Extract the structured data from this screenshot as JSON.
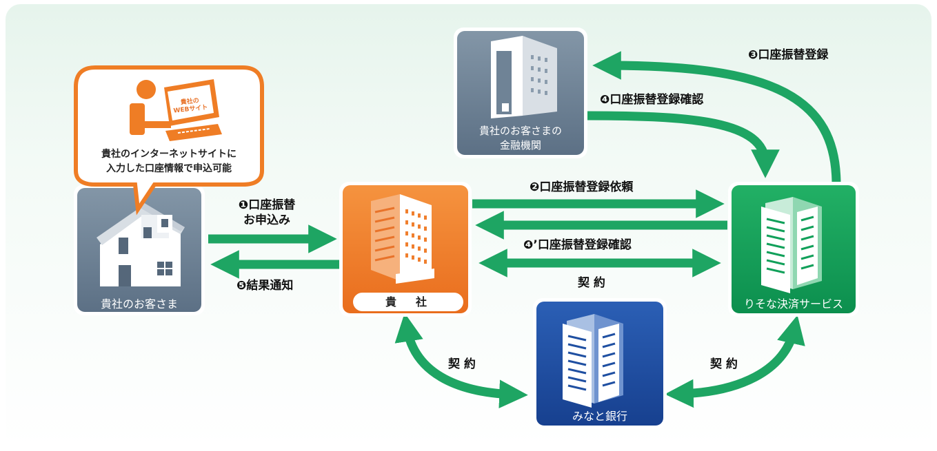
{
  "tiles": {
    "customer": "貴社のお客さま",
    "company": "貴　社",
    "bank_line1": "貴社のお客さまの",
    "bank_line2": "金融機関",
    "resona": "りそな決済サービス",
    "minato": "みなと銀行"
  },
  "bubble": {
    "badge_line1": "貴社の",
    "badge_line2": "WEBサイト",
    "line1": "貴社のインターネットサイトに",
    "line2": "入力した口座情報で申込可能"
  },
  "steps": {
    "s1_line1": "❶口座振替",
    "s1_line2": "お申込み",
    "s2": "❷口座振替登録依頼",
    "s3": "❸口座振替登録",
    "s4": "❹口座振替登録確認",
    "s4p": "❹’口座振替登録確認",
    "s5": "❺結果通知",
    "contract_center": "契 約",
    "contract_left": "契 約",
    "contract_right": "契 約"
  },
  "colors": {
    "arrow_green": "#1fa463",
    "customer_tile": "#6f8396",
    "bank_tile": "#6f8396",
    "company_tile": "#f07f2e",
    "resona_tile": "#11a05a",
    "minato_tile": "#1f4fa1",
    "bubble_border": "#ef7d25"
  }
}
